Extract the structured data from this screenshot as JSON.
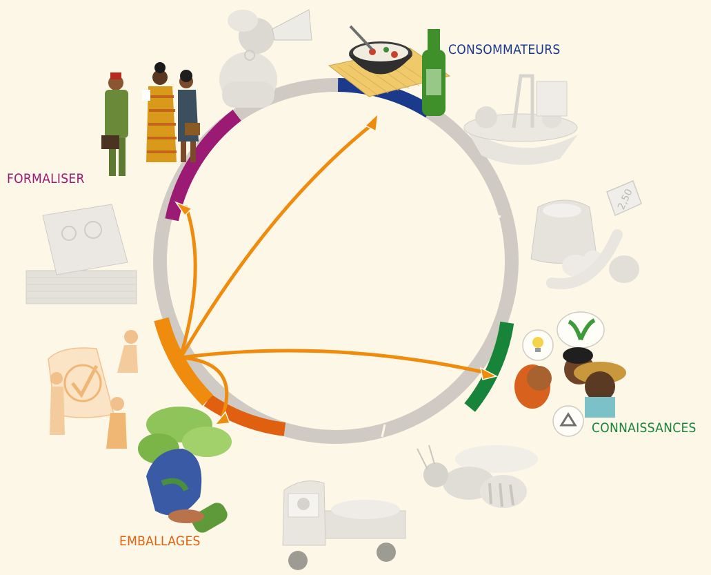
{
  "colors": {
    "background": "#fdf7e7",
    "ring_grey": "#cfcbc4",
    "consommateurs": "#1b3a8c",
    "formaliser": "#9b1a73",
    "connaissances": "#17843a",
    "emballages": "#e0600f",
    "hub_orange": "#ef8c0e",
    "arrow_orange": "#ef8c0e",
    "illustration_grey": "#e7e4de"
  },
  "labels": {
    "consommateurs": "CONSOMMATEURS",
    "formaliser": "FORMALISER",
    "connaissances": "CONNAISSANCES",
    "emballages": "EMBALLAGES"
  },
  "price_tag": "2,50",
  "icons": [
    "megaphone-woman-icon",
    "meal-bowl-bottle-icon",
    "basket-icon",
    "flour-sack-produce-icon",
    "bee-icon",
    "tuk-tuk-truck-icon",
    "vegetables-bag-icon",
    "people-checkmark-icon",
    "banknotes-icon",
    "business-people-icon",
    "people-talking-icon"
  ]
}
